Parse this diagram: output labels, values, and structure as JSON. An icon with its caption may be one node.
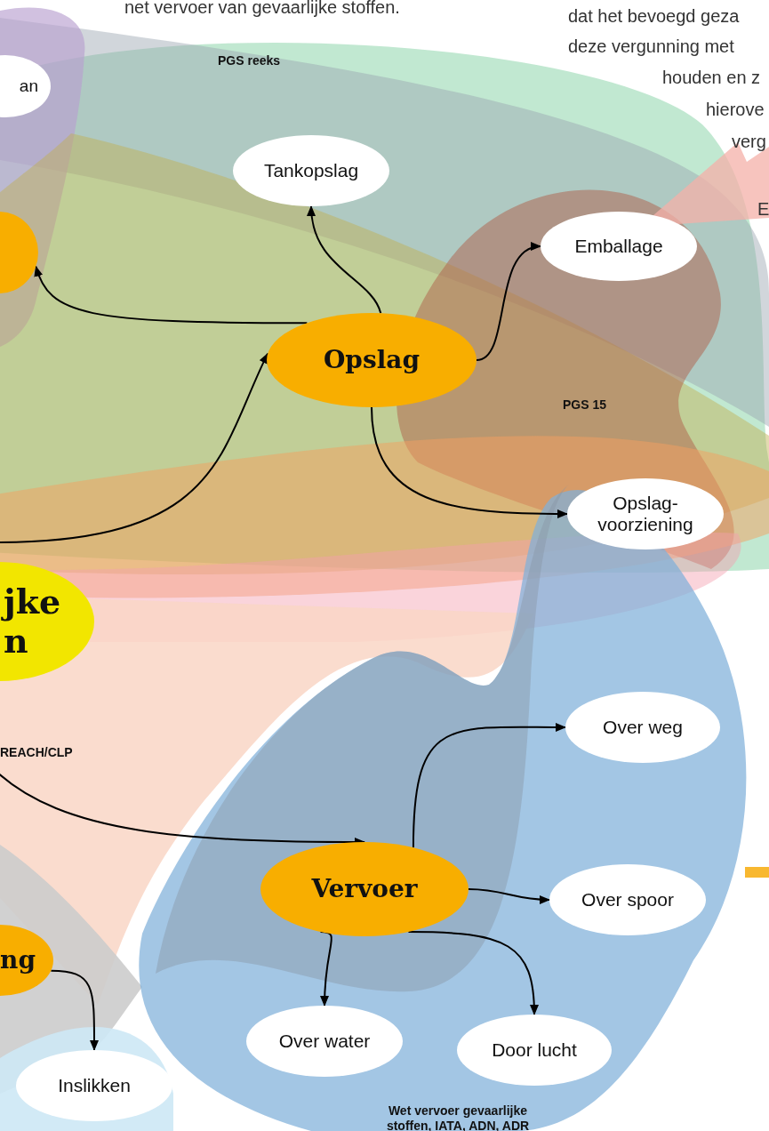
{
  "diagram": {
    "nodes": [
      {
        "text": [
          "an"
        ]
      },
      {
        "text": [],
        "shape": "ellipse"
      },
      {
        "text": [
          "Tankopslag"
        ]
      },
      {
        "text": [
          "Emballage"
        ]
      },
      {
        "text": [
          "Opslag"
        ]
      },
      {
        "text": [
          "Opslag- voorziening"
        ]
      },
      {
        "text": [
          "jke n"
        ]
      },
      {
        "text": [
          "Over weg"
        ]
      },
      {
        "text": [
          "Vervoer"
        ]
      },
      {
        "text": [
          "Over spoor"
        ]
      },
      {
        "text": [
          "ng"
        ]
      },
      {
        "text": [
          "Over water"
        ]
      },
      {
        "text": [
          "Door lucht"
        ]
      },
      {
        "text": [
          "Inslikken"
        ]
      }
    ],
    "edges": [
      {
        "from": 4,
        "to": 2,
        "arrow": "to"
      },
      {
        "from": 4,
        "to": 1,
        "arrow": "to"
      },
      {
        "from": 4,
        "to": 3,
        "arrow": "to"
      },
      {
        "from": 4,
        "to": 5,
        "arrow": "to"
      },
      {
        "from": null,
        "to": 4,
        "arrow": "to"
      },
      {
        "from": null,
        "to": 8,
        "arrow": "to"
      },
      {
        "from": 8,
        "to": 7,
        "arrow": "to"
      },
      {
        "from": 8,
        "to": 9,
        "arrow": "to"
      },
      {
        "from": 8,
        "to": 11,
        "arrow": "to"
      },
      {
        "from": 8,
        "to": 12,
        "arrow": "to"
      },
      {
        "from": 10,
        "to": 13,
        "arrow": "to"
      }
    ],
    "labels": [
      "net vervoer van gevaarlijke stoffen.",
      "dat het bevoegd geza",
      "deze vergunning met",
      "houden en z",
      "hierove",
      "verg",
      "E",
      "PGS reeks",
      "PGS 15",
      "REACH/CLP",
      "Wet vervoer gevaarlijke stoffen, IATA, ADN, ADR"
    ]
  }
}
